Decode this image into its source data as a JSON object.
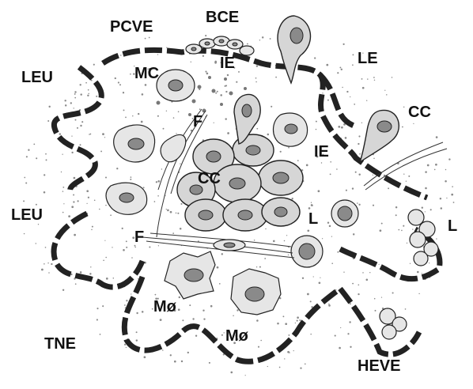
{
  "labels": {
    "pcve": "PCVE",
    "bce": "BCE",
    "leu_top": "LEU",
    "mc": "MC",
    "ie_top": "IE",
    "le": "LE",
    "cc_right": "CC",
    "f_top": "F",
    "ie_right": "IE",
    "cc_center": "CC",
    "leu_left": "LEU",
    "l_center": "L",
    "l_right": "L",
    "f_mid": "F",
    "mo_left": "Mø",
    "tne": "TNE",
    "mo_bottom": "Mø",
    "heve": "HEVE"
  }
}
